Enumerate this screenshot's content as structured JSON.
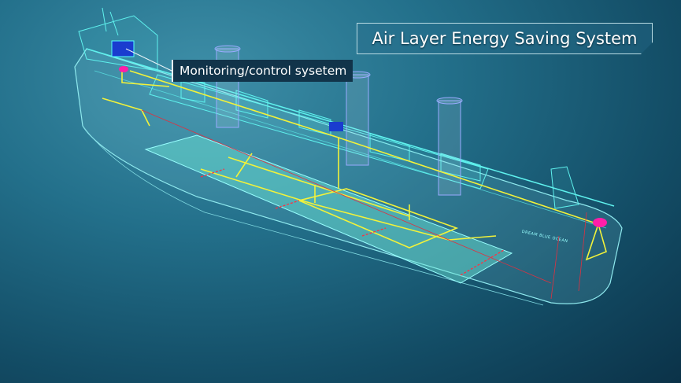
{
  "title": "Air Layer Energy Saving System",
  "callout": "Monitoring/control sysetem",
  "ship_name": "DREAM BLUE OCEAN",
  "colors": {
    "wireframe": "#5ff2ee",
    "pipes": "#f2f23a",
    "air_plate": "#6fe8d8",
    "control_unit": "#1a3ccf",
    "compressor": "#ff1ea8",
    "air_outlet": "#ff3040"
  }
}
